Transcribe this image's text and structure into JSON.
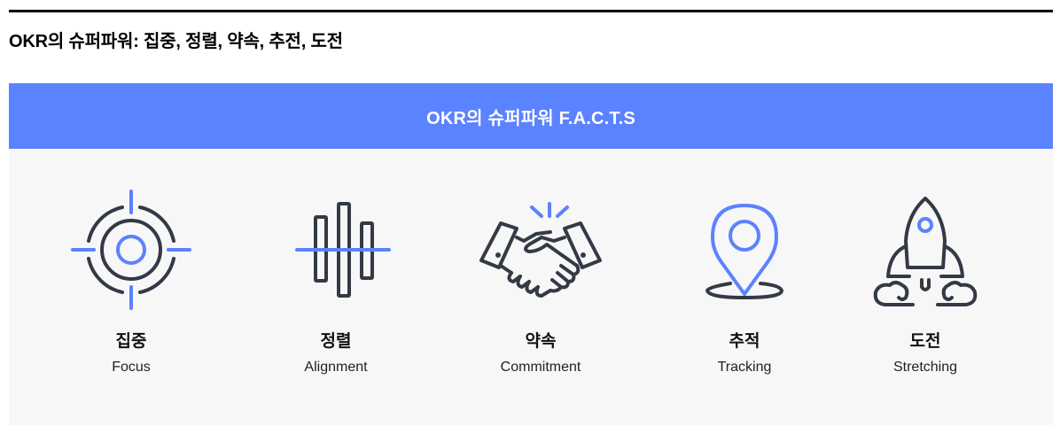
{
  "page": {
    "title": "OKR의 슈퍼파워: 집중, 정렬, 약속, 추전, 도전"
  },
  "banner": {
    "title": "OKR의 슈퍼파워 F.A.C.T.S"
  },
  "colors": {
    "accent": "#5b82ff",
    "icon_stroke": "#333a45",
    "panel_bg": "#f7f7f7"
  },
  "facts": [
    {
      "icon": "target-icon",
      "label_ko": "집중",
      "label_en": "Focus"
    },
    {
      "icon": "alignment-bars-icon",
      "label_ko": "정렬",
      "label_en": "Alignment"
    },
    {
      "icon": "handshake-icon",
      "label_ko": "약속",
      "label_en": "Commitment"
    },
    {
      "icon": "location-pin-icon",
      "label_ko": "추적",
      "label_en": "Tracking"
    },
    {
      "icon": "rocket-icon",
      "label_ko": "도전",
      "label_en": "Stretching"
    }
  ]
}
